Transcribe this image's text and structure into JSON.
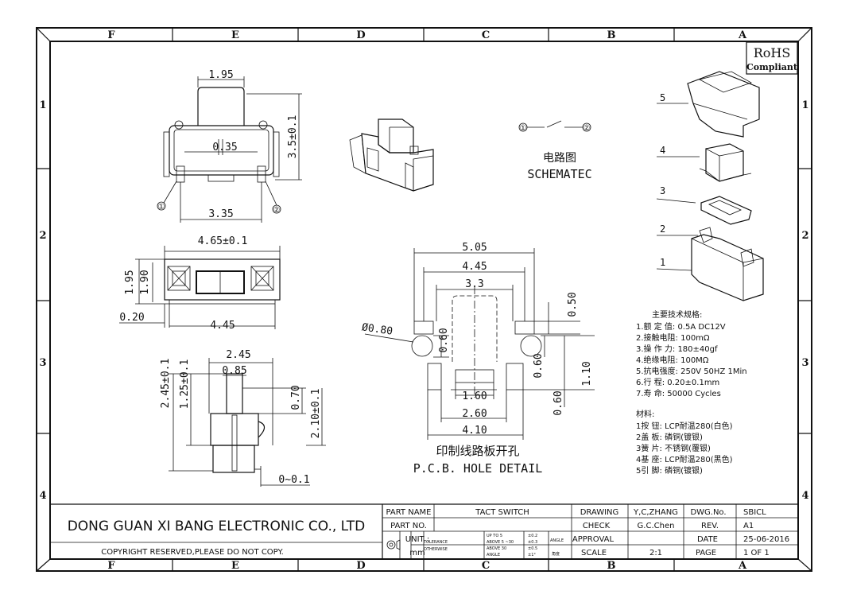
{
  "frame": {
    "top_letters": [
      "F",
      "E",
      "D",
      "C",
      "B",
      "A"
    ],
    "bottom_letters": [
      "F",
      "E",
      "D",
      "C",
      "B",
      "A"
    ],
    "side_numbers": [
      "1",
      "2",
      "3",
      "4"
    ]
  },
  "rohs": {
    "line1": "RoHS",
    "line2": "Compliant"
  },
  "schematic": {
    "cn": "电路图",
    "en": "SCHEMATEC",
    "pin1": "①",
    "pin2": "②"
  },
  "pcb": {
    "cn": "印制线路板开孔",
    "en": "P.C.B. HOLE DETAIL"
  },
  "dims": {
    "top_width": "1.95",
    "top_height": "3.5±0.1",
    "top_pin_gap": "0.35",
    "top_bottom": "3.35",
    "pin1": "①",
    "pin2": "②",
    "front_width": "4.65±0.1",
    "front_h1": "1.95",
    "front_h2": "1.90",
    "front_left": "0.20",
    "front_bottom": "4.45",
    "side_top": "2.45",
    "side_mid": "0.85",
    "side_h_total": "2.45±0.1",
    "side_h_body": "1.25±0.1",
    "side_r1": "0.70",
    "side_r2": "2.10±0.1",
    "side_bottom": "0~0.1",
    "pcb_w1": "5.05",
    "pcb_w2": "4.45",
    "pcb_w3": "3.3",
    "pcb_hole": "Ø0.80",
    "pcb_050": "0.50",
    "pcb_060a": "0.60",
    "pcb_060b": "0.60",
    "pcb_110": "1.10",
    "pcb_060c": "0.60",
    "pcb_160": "1.60",
    "pcb_260": "2.60",
    "pcb_410": "4.10"
  },
  "parts": [
    "5",
    "4",
    "3",
    "2",
    "1"
  ],
  "specs": {
    "title": "主要技术规格:",
    "items": [
      "1.额 定 值: 0.5A DC12V",
      "2.接触电阻: 100mΩ",
      "3.操 作 力: 180±40gf",
      "4.绝缘电阻: 100MΩ",
      "5.抗电强度: 250V 50HZ 1Min",
      "6.行    程: 0.20±0.1mm",
      "7.寿    命: 50000 Cycles"
    ]
  },
  "materials": {
    "title": "材料:",
    "items": [
      "1按  钮: LCP耐温280(白色)",
      "2盖  板: 磷铜(镀银)",
      "3簧  片: 不锈钢(覆银)",
      "4基  座: LCP耐温280(黑色)",
      "5引  脚: 磷铜(镀银)"
    ]
  },
  "title_block": {
    "company": "DONG GUAN XI BANG ELECTRONIC CO., LTD",
    "copyright": "COPYRIGHT RESERVED,PLEASE DO NOT COPY.",
    "part_name_label": "PART NAME",
    "part_name": "TACT SWITCH",
    "part_no_label": "PART NO.",
    "unit_label": "UNIT :",
    "unit": "mm",
    "tolerance": "TOLERANCE",
    "otherwise": "OTHERWISE",
    "tol_rows": [
      {
        "range": "UP TO 5",
        "val": "±0.2"
      },
      {
        "range": "ABOVE 5 ~30",
        "val": "±0.3"
      },
      {
        "range": "ABOVE 30",
        "val": "±0.5"
      },
      {
        "range": "ANGLE",
        "val": "±1°"
      }
    ],
    "angle_label": "ANGLE",
    "angle_cn": "角度",
    "drawing_label": "DRAWING",
    "drawing_by": "Y,C,ZHANG",
    "check_label": "CHECK",
    "check_by": "G.C.Chen",
    "approval_label": "APPROVAL",
    "scale_label": "SCALE",
    "scale": "2:1",
    "dwg_no_label": "DWG.No.",
    "dwg_no": "SBICL",
    "rev_label": "REV.",
    "rev": "A1",
    "date_label": "DATE",
    "date": "25-06-2016",
    "page_label": "PAGE",
    "page": "1 OF 1"
  }
}
